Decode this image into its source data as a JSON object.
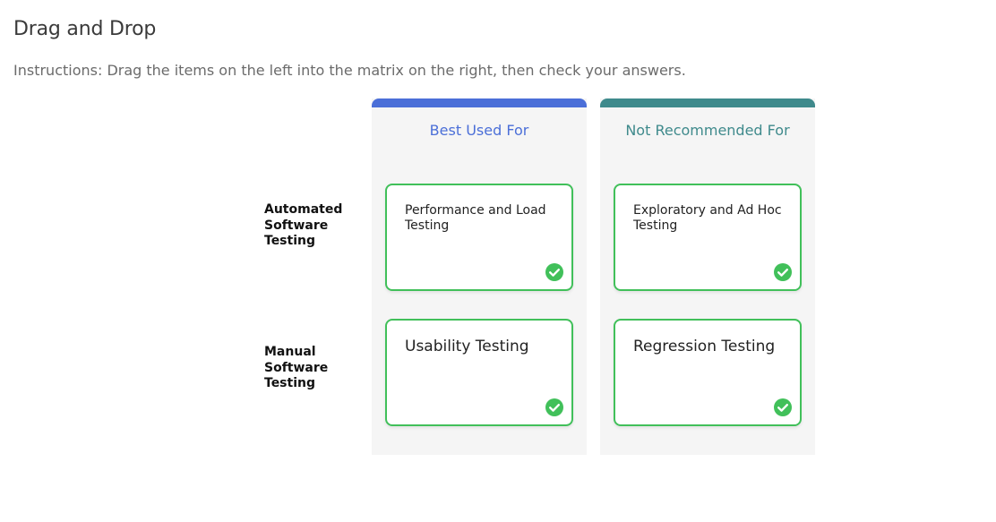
{
  "page": {
    "title": "Drag and Drop",
    "instructions": "Instructions: Drag the items on the left into the matrix on the right, then check your answers."
  },
  "matrix": {
    "columns": [
      {
        "label": "Best Used For",
        "color": "#4b6fd8"
      },
      {
        "label": "Not Recommended For",
        "color": "#3f8a8c"
      }
    ],
    "rows": [
      {
        "label": "Automated Software Testing"
      },
      {
        "label": "Manual Software Testing"
      }
    ],
    "cells": {
      "automated_best": {
        "text": "Performance and Load Testing",
        "status": "correct"
      },
      "automated_not": {
        "text": "Exploratory and Ad Hoc Testing",
        "status": "correct"
      },
      "manual_best": {
        "text": "Usability Testing",
        "status": "correct"
      },
      "manual_not": {
        "text": "Regression Testing",
        "status": "correct"
      }
    },
    "correct_color": "#41c05a",
    "icons": {
      "status": "check-circle-icon"
    }
  }
}
